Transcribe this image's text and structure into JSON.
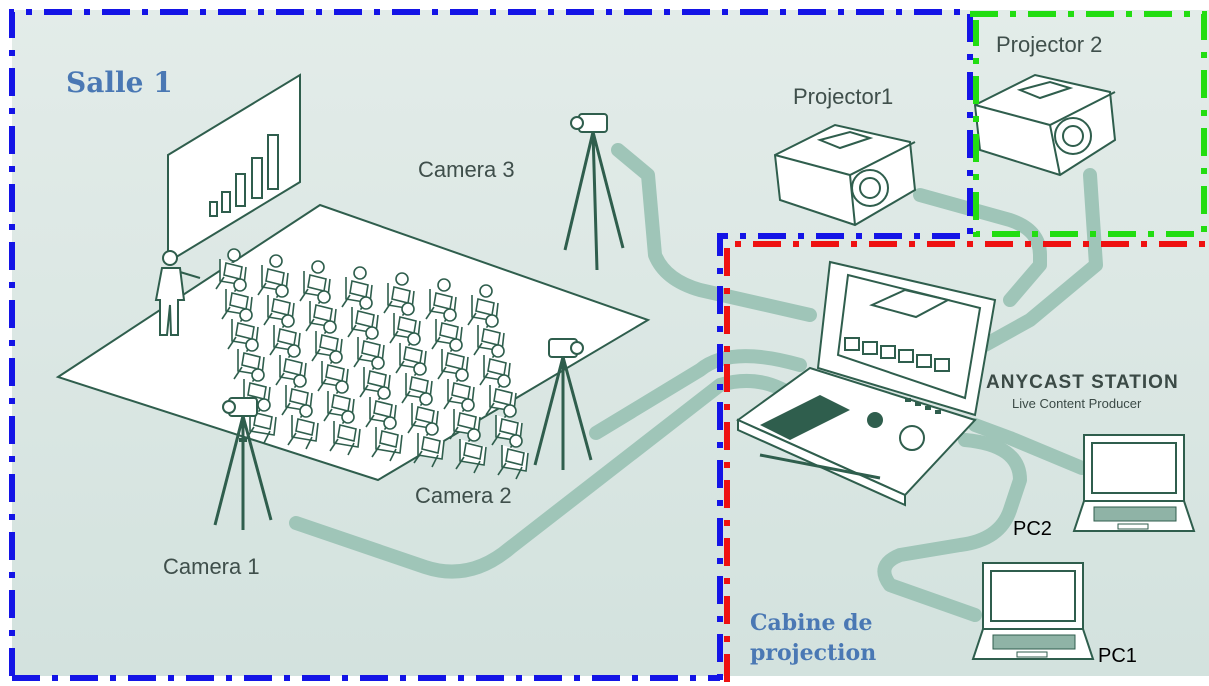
{
  "colors": {
    "background": "#dfe9e6",
    "cable": "#9fc5b8",
    "outline": "#2f5e4d",
    "zone_salle": "#1414e6",
    "zone_cabine": "#ee1111",
    "zone_projector2": "#22dd11",
    "room_label": "#4a78b4"
  },
  "zones": {
    "salle": {
      "label": "Salle 1"
    },
    "cabine": {
      "label_line1": "Cabine de",
      "label_line2": "projection"
    }
  },
  "devices": {
    "camera1": "Camera 1",
    "camera2": "Camera 2",
    "camera3": "Camera 3",
    "projector1": "Projector1",
    "projector2": "Projector 2",
    "station_name": "ANYCAST STATION",
    "station_subtitle": "Live Content Producer",
    "pc1": "PC1",
    "pc2": "PC2"
  },
  "icons": [
    "screen-icon",
    "presenter-icon",
    "audience-icon",
    "camera-tripod-icon",
    "projector-icon",
    "anycast-station-icon",
    "laptop-icon"
  ]
}
